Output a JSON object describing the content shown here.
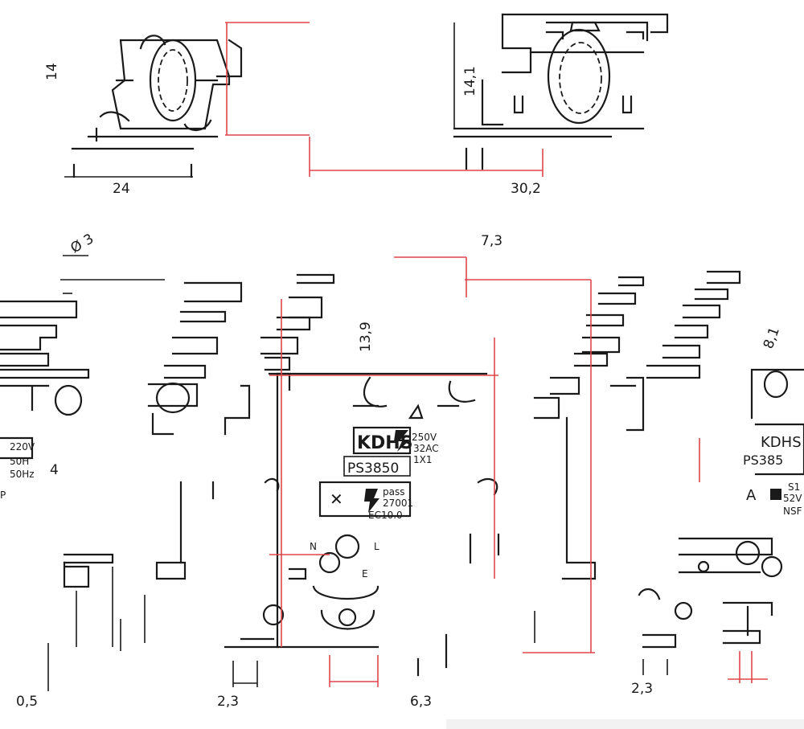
{
  "colors": {
    "line": "#1a1a1a",
    "dimension": "#e0464a",
    "background": "#ffffff"
  },
  "dimensions": {
    "top_left_height": "14",
    "top_left_width": "24",
    "top_right_height": "14,1",
    "top_right_span": "30,2",
    "bottom_left_top": "Ø 3",
    "bottom_center_top": "7,3",
    "bottom_center_height": "13,9",
    "bottom_right_side": "8,1",
    "bottom_left_foot": "0,5",
    "bottom_screw_gap": "2,3",
    "bottom_center_foot": "6,3",
    "bottom_right_foot": "2,3",
    "plate_side_height": "4"
  },
  "plate": {
    "brand": "KDHS",
    "rating_1": "250V",
    "rating_2": "32AC",
    "rating_3": "1X1",
    "model": "PS3850",
    "cert_1": "pass",
    "cert_2": "27001",
    "cert_3": "EC10.0",
    "terminal_n": "N",
    "terminal_l": "L",
    "terminal_e": "E"
  },
  "left_plate": {
    "rating_1": "220V",
    "rating_2": "50H",
    "rating_3": "50Hz",
    "mark": "P"
  },
  "right_plate": {
    "brand": "KDHS",
    "model": "PS385",
    "rating_1": "S1",
    "rating_2": "52V",
    "rating_3": "NSF",
    "mark": "A"
  }
}
